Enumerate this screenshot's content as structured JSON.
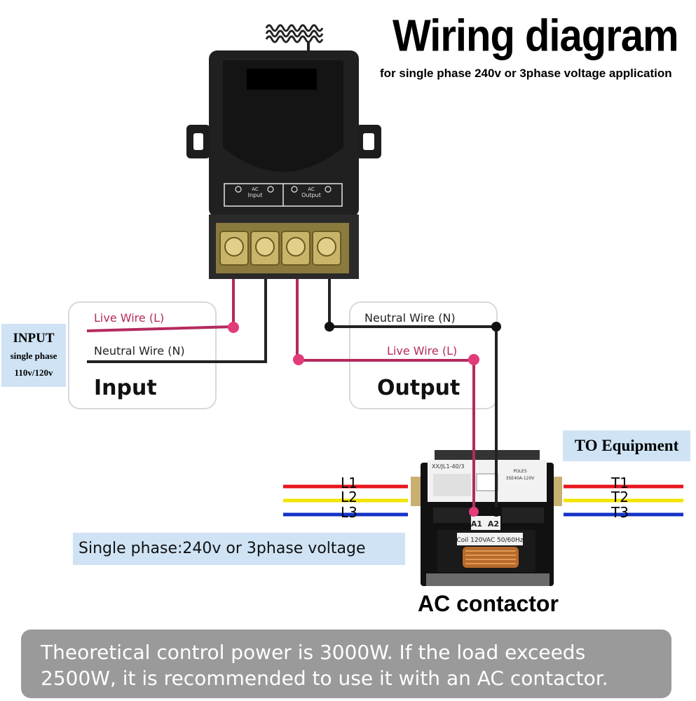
{
  "title": "Wiring diagram",
  "subtitle": "for single phase 240v or 3phase voltage application",
  "relay": {
    "terminal_left": {
      "line1": "AC",
      "line2": "Input"
    },
    "terminal_right": {
      "line1": "AC",
      "line2": "Output"
    }
  },
  "input_box": {
    "live": "Live Wire (L)",
    "neutral": "Neutral Wire (N)",
    "label": "Input"
  },
  "output_box": {
    "neutral": "Neutral Wire (N)",
    "live": "Live Wire (L)",
    "label": "Output"
  },
  "input_badge": {
    "line1": "INPUT",
    "line2": "single phase",
    "line3": "110v/120v"
  },
  "equipment_label": "TO Equipment",
  "phases_in": [
    "L1",
    "L2",
    "L3"
  ],
  "phases_out": [
    "T1",
    "T2",
    "T3"
  ],
  "contactor": {
    "model": "XX/JL1-40/3",
    "poles": "POLES",
    "rating": "3SE40A-120V",
    "a1": "A1",
    "a2": "A2",
    "coil": "Coil 120VAC 50/60Hz"
  },
  "voltage_label": "Single phase:240v or 3phase voltage",
  "ac_contactor_label": "AC contactor",
  "note": {
    "line1": "Theoretical control power is 3000W. If the load exceeds",
    "line2": "2500W, it is recommended to use it with an AC contactor."
  },
  "colors": {
    "live": "#b42a5e",
    "neutral": "#222222",
    "phase1": "#e8141c",
    "phase2": "#f2e400",
    "phase3": "#1432c8",
    "badge": "#cfe3f5",
    "note_bg": "#9a9a9a"
  }
}
